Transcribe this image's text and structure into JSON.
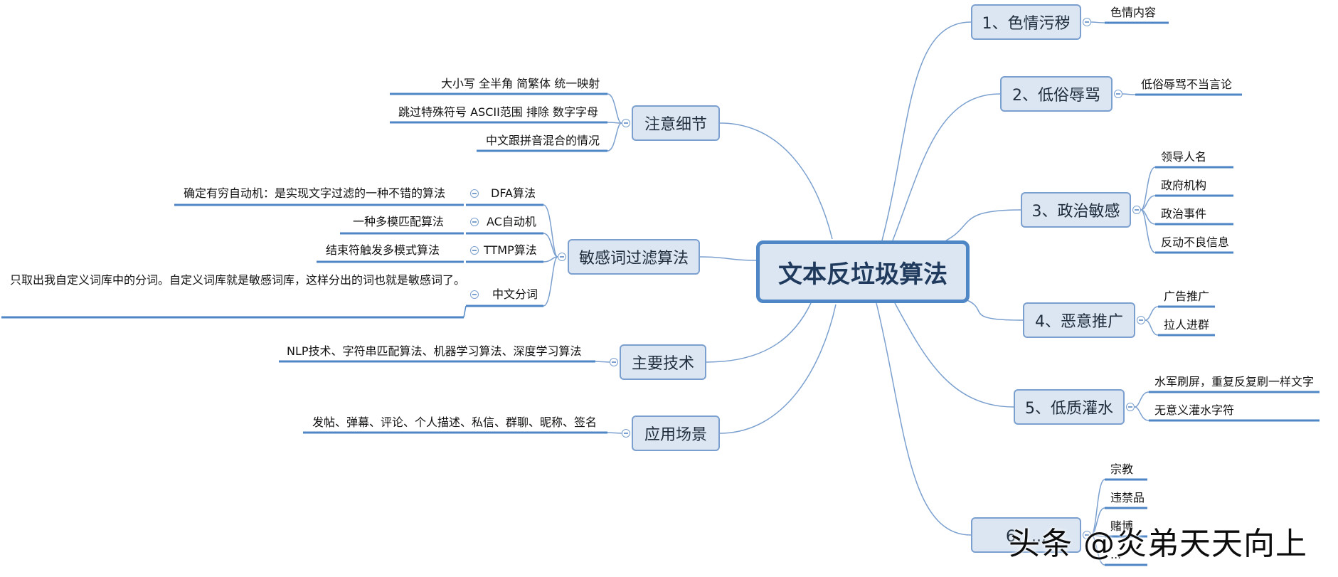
{
  "central_topic": "文本反垃圾算法",
  "right_branches": [
    {
      "label": "1、色情污秽",
      "items": [
        "色情内容"
      ]
    },
    {
      "label": "2、低俗辱骂",
      "items": [
        "低俗辱骂不当言论"
      ]
    },
    {
      "label": "3、政治敏感",
      "items": [
        "领导人名",
        "政府机构",
        "政治事件",
        "反动不良信息"
      ]
    },
    {
      "label": "4、恶意推广",
      "items": [
        "广告推广",
        "拉人进群"
      ]
    },
    {
      "label": "5、低质灌水",
      "items": [
        "水军刷屏，重复反复刷一样文字",
        "无意义灌水字符"
      ]
    },
    {
      "label": "6、...",
      "items": [
        "宗教",
        "违禁品",
        "赌博",
        "..."
      ]
    }
  ],
  "left_branches": [
    {
      "label": "注意细节",
      "items": [
        "大小写 全半角 简繁体 统一映射",
        "跳过特殊符号 ASCII范围 排除 数字字母",
        "中文跟拼音混合的情况"
      ]
    },
    {
      "label": "敏感词过滤算法",
      "items": [
        {
          "label": "DFA算法",
          "detail": "确定有穷自动机：是实现文字过滤的一种不错的算法"
        },
        {
          "label": "AC自动机",
          "detail": "一种多模匹配算法"
        },
        {
          "label": "TTMP算法",
          "detail": "结束符触发多模式算法"
        },
        {
          "label": "中文分词",
          "detail": "只取出我自定义词库中的分词。自定义词库就是敏感词库，这样分出的词也就是敏感词了。"
        }
      ]
    },
    {
      "label": "主要技术",
      "items": [
        "NLP技术、字符串匹配算法、机器学习算法、深度学习算法"
      ]
    },
    {
      "label": "应用场景",
      "items": [
        "发帖、弹幕、评论、个人描述、私信、群聊、昵称、签名"
      ]
    }
  ],
  "watermark": "头条 @炎弟天天向上",
  "colors": {
    "line": "#7ba0cf",
    "underline": "#4f86c6",
    "topic_fill": "#dce6f2"
  }
}
